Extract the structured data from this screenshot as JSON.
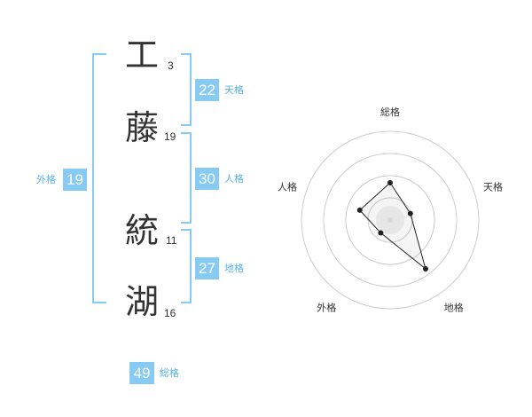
{
  "name": {
    "chars": [
      {
        "char": "工",
        "strokes": "3"
      },
      {
        "char": "藤",
        "strokes": "19"
      },
      {
        "char": "統",
        "strokes": "11"
      },
      {
        "char": "湖",
        "strokes": "16"
      }
    ]
  },
  "fortunes": {
    "tenkaku": {
      "value": "22",
      "label": "天格"
    },
    "jinkaku": {
      "value": "30",
      "label": "人格"
    },
    "chikaku": {
      "value": "27",
      "label": "地格"
    },
    "gaikaku": {
      "value": "19",
      "label": "外格"
    },
    "soukaku": {
      "value": "49",
      "label": "総格"
    }
  },
  "chart_data": {
    "type": "radar",
    "axes": [
      "総格",
      "天格",
      "地格",
      "外格",
      "人格"
    ],
    "values": [
      0.42,
      0.24,
      0.68,
      0.18,
      0.36
    ],
    "rings": 4,
    "colors": {
      "line": "#222222",
      "rings": "#cccccc",
      "center": "#dddddd"
    }
  }
}
